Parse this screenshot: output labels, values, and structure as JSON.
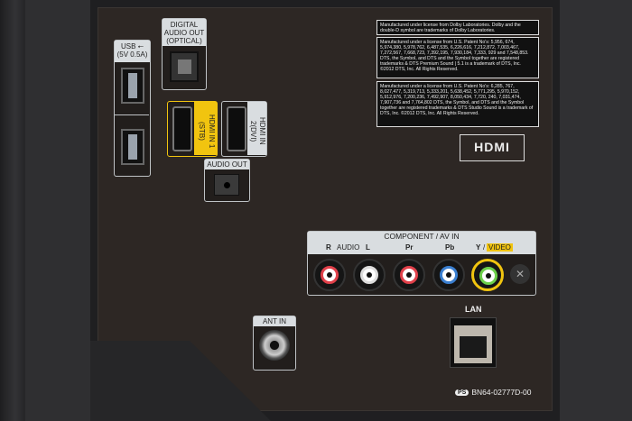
{
  "ports": {
    "usb": {
      "label_line1": "USB ⭠",
      "label_line2": "(5V 0.5A)"
    },
    "optical": {
      "label_line1": "DIGITAL",
      "label_line2": "AUDIO OUT",
      "label_line3": "(OPTICAL)"
    },
    "hdmi1": {
      "label": "HDMI IN 1",
      "sublabel": "(STB)"
    },
    "hdmi2": {
      "label": "HDMI IN",
      "sublabel": "2(DVI)"
    },
    "audio_out": {
      "label": "AUDIO OUT"
    },
    "component": {
      "title": "COMPONENT / AV IN",
      "r": "R",
      "audio": "AUDIO",
      "l": "L",
      "pr": "Pr",
      "pb": "Pb",
      "y": "Y",
      "slash": "/",
      "video": "VIDEO"
    },
    "ant_in": {
      "label": "ANT IN"
    },
    "lan": {
      "label": "LAN"
    }
  },
  "legal": [
    "Manufactured under license from Dolby Laboratories. Dolby and the double-D symbol are trademarks of Dolby Laboratories.",
    "Manufactured under a license from U.S. Patent No's: 5,956, 674, 5,974,380, 5,978,762, 6,487,535, 6,226,616, 7,212,872, 7,003,467, 7,272,567, 7,668,723, 7,392,195, 7,930,184, 7,333, 929 and 7,548,853. DTS, the Symbol, and DTS and the Symbol together are registered trademarks & DTS Premium Sound | 5.1 is a trademark of DTS, Inc. ©2012 DTS, Inc. All Rights Reserved.",
    "Manufactured under a license from U.S. Patent No's: 6,285, 767, 8,027,477, 5,319,713, 5,333,201, 5,638,452, 5,771,295, 5,970,152, 5,912,976, 7,200,236, 7,492,907, 8,050,434, 7,720, 240, 7,031,474, 7,907,736 and 7,764,802 DTS, the Symbol, and DTS and the Symbol together are registered trademarks & DTS Studio Sound is a trademark of DTS, Inc. ©2012 DTS, Inc. All Rights Reserved."
  ],
  "hdmi_logo": "HDMI",
  "part": {
    "badge": "PS",
    "number": "BN64-02777D-00"
  },
  "colors": {
    "accent_yellow": "#f1c40f",
    "red": "#e0404a",
    "blue": "#3a7fd0",
    "green": "#6cd04a"
  }
}
